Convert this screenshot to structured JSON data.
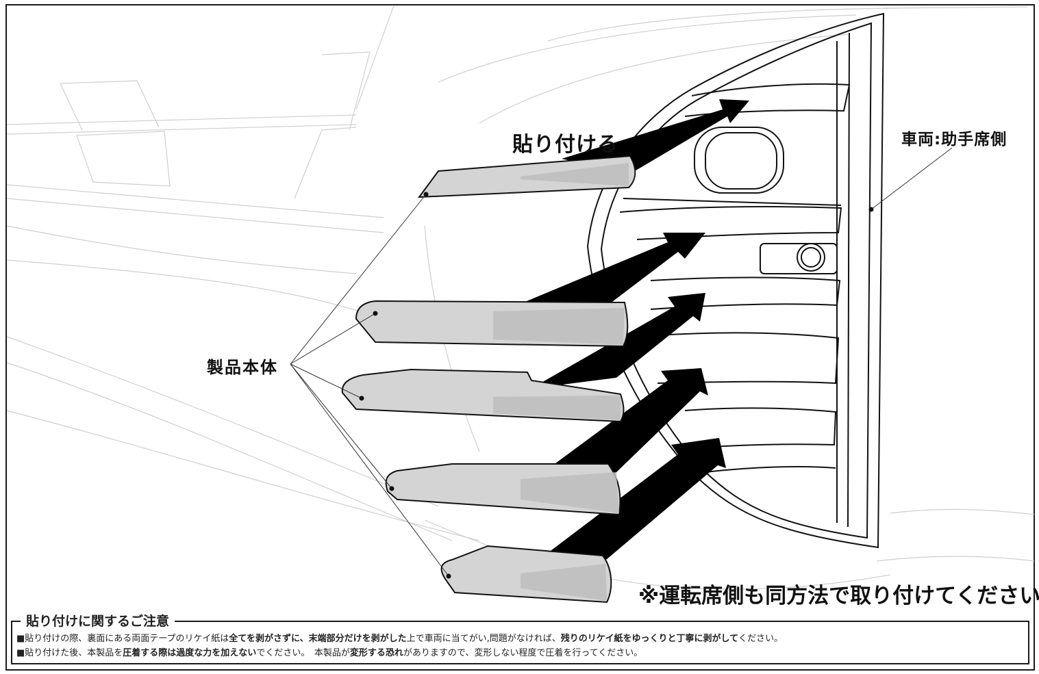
{
  "labels": {
    "attach": "貼り付ける",
    "vehicle_side": "車両:助手席側",
    "product_body": "製品本体",
    "driver_side_note": "※運転席側も同方法で取り付けてください"
  },
  "caution": {
    "title": "貼り付けに関するご注意",
    "line1": [
      {
        "text": "■貼り付けの際、裏面にある両面テープのリケイ紙は",
        "bold": false
      },
      {
        "text": "全てを剥がさずに、末端部分だけを剥がした",
        "bold": true
      },
      {
        "text": "上で車両に当てがい,問題がなければ、",
        "bold": false
      },
      {
        "text": "残りのリケイ紙をゆっくりと丁寧に剥がして",
        "bold": true
      },
      {
        "text": "ください。",
        "bold": false
      }
    ],
    "line2": [
      {
        "text": "■貼り付けた後、本製品を",
        "bold": false
      },
      {
        "text": "圧着する際は過度な力を加えない",
        "bold": true
      },
      {
        "text": "でください。　本製品が",
        "bold": false
      },
      {
        "text": "変形する恐れ",
        "bold": true
      },
      {
        "text": "がありますので、変形しない程度で圧着を行ってください。",
        "bold": false
      }
    ]
  },
  "colors": {
    "part_fill": "#d4d4d4",
    "part_shade": "#bdbdbd",
    "arrow": "#000000",
    "car_line": "#cfcfcf",
    "frame": "#1a1a1a"
  }
}
